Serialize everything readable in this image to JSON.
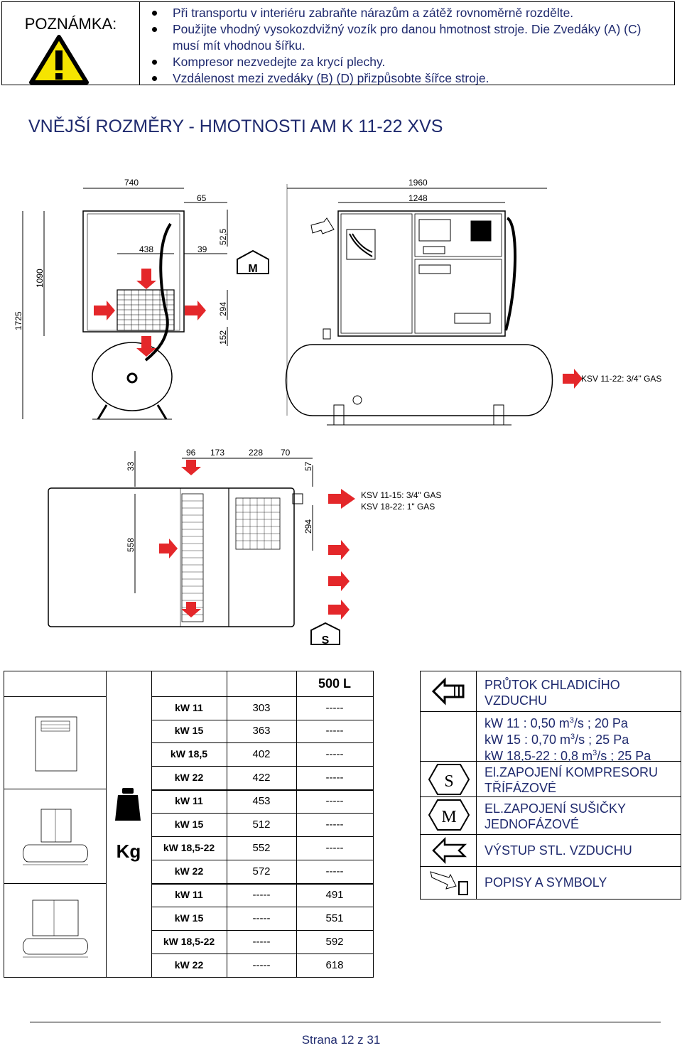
{
  "note": {
    "label": "POZNÁMKA:",
    "items": [
      "Při transportu v interiéru zabraňte nárazům a zátěž rovnoměrně rozdělte.",
      "Použijte vhodný vysokozdvižný vozík pro danou hmotnost stroje. Die Zvedáky (A) (C) musí mít vhodnou šířku.",
      "Kompresor nezvedejte za krycí plechy.",
      "Vzdálenost mezi zvedáky (B) (D) přizpůsobte šířce stroje."
    ]
  },
  "title": "VNĚJŠÍ ROZMĚRY - HMOTNOSTI  AM K 11-22 XVS",
  "drawing_side": {
    "dims": [
      "740",
      "65",
      "438",
      "39",
      "52,5",
      "1090",
      "1725",
      "294",
      "152",
      "1960",
      "1248"
    ],
    "label_m": "M",
    "gas_label": "KSV 11-22: 3/4\" GAS"
  },
  "drawing_top": {
    "dims": [
      "96",
      "173",
      "228",
      "70",
      "33",
      "57",
      "558",
      "294"
    ],
    "gas_labels": [
      "KSV 11-15: 3/4\" GAS",
      "KSV 18-22: 1\" GAS"
    ],
    "label_s": "S"
  },
  "weights": {
    "col_header": "500 L",
    "unit": "Kg",
    "rows": [
      {
        "kw": "kW 11",
        "a": "303",
        "b": "-----"
      },
      {
        "kw": "kW 15",
        "a": "363",
        "b": "-----"
      },
      {
        "kw": "kW 18,5",
        "a": "402",
        "b": "-----"
      },
      {
        "kw": "kW 22",
        "a": "422",
        "b": "-----"
      },
      {
        "kw": "kW 11",
        "a": "453",
        "b": "-----"
      },
      {
        "kw": "kW 15",
        "a": "512",
        "b": "-----"
      },
      {
        "kw": "kW 18,5-22",
        "a": "552",
        "b": "-----"
      },
      {
        "kw": "kW 22",
        "a": "572",
        "b": "-----"
      },
      {
        "kw": "kW 11",
        "a": "-----",
        "b": "491"
      },
      {
        "kw": "kW 15",
        "a": "-----",
        "b": "551"
      },
      {
        "kw": "kW 18,5-22",
        "a": "-----",
        "b": "592"
      },
      {
        "kw": "kW 22",
        "a": "-----",
        "b": "618"
      }
    ]
  },
  "legend": {
    "cooling_title": "PRŮTOK CHLADICÍHO VZDUCHU",
    "cooling_rows": [
      {
        "kw": "kW 11 : 0,50 m",
        "sup": "3",
        "rest": "/s ; 20 Pa"
      },
      {
        "kw": "kW 15 : 0,70 m",
        "sup": "3",
        "rest": "/s ; 25 Pa"
      },
      {
        "kw": "kW 18,5-22 : 0,8 m",
        "sup": "3",
        "rest": "/s ; 25 Pa"
      }
    ],
    "s_symbol": "S",
    "s_text": "El.ZAPOJENÍ KOMPRESORU TŘÍFÁZOVÉ",
    "m_symbol": "M",
    "m_text": "EL.ZAPOJENÍ SUŠIČKY JEDNOFÁZOVÉ",
    "out_text": "VÝSTUP STL. VZDUCHU",
    "desc_text": "POPISY A SYMBOLY"
  },
  "footer": "Strana 12 z 31",
  "colors": {
    "text_blue": "#1f2a6e",
    "arrow_red": "#e4272a",
    "warn_yellow": "#f5e400"
  }
}
